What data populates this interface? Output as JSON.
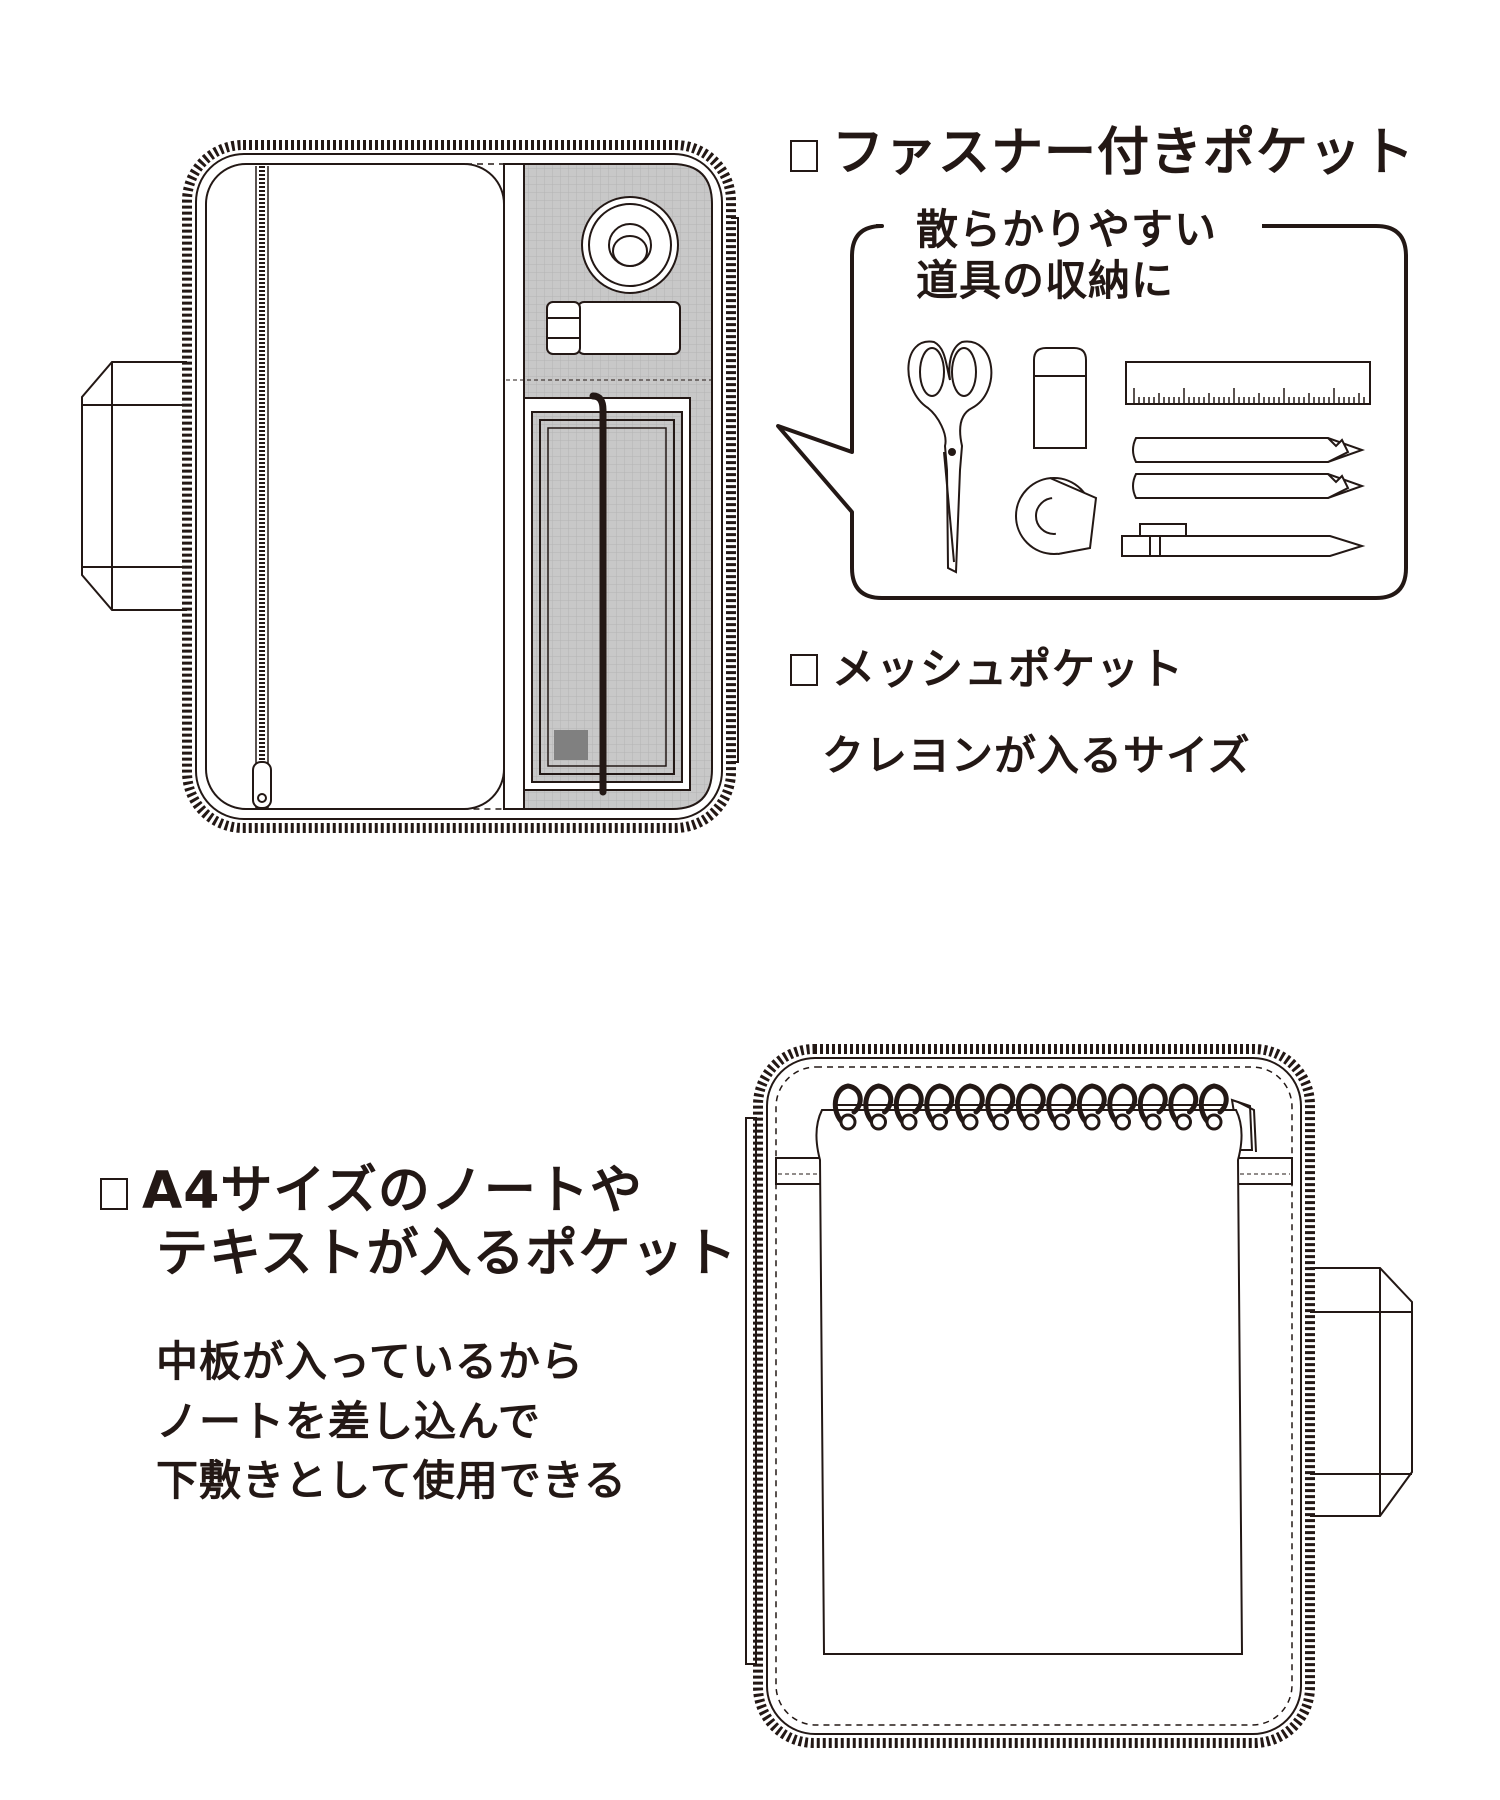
{
  "colors": {
    "ink": "#231815",
    "mesh": "#c8c8c8",
    "panel": "#ffffff",
    "patch": "#808080"
  },
  "labels": {
    "zipper_pocket": "ファスナー付きポケット",
    "callout_line1": "散らかりやすい",
    "callout_line2": "道具の収納に",
    "mesh_pocket": "メッシュポケット",
    "mesh_desc": "クレヨンが入るサイズ",
    "a4_line1": "A4サイズのノートや",
    "a4_line2": "テキストが入るポケット",
    "board_line1": "中板が入っているから",
    "board_line2": "ノートを差し込んで",
    "board_line3": "下敷きとして使用できる"
  },
  "icons": [
    "checkbox-icon",
    "scissors-icon",
    "eraser-icon",
    "ruler-icon",
    "pencil-icon",
    "tape-icon",
    "ballpoint-pen-icon",
    "spiral-notebook-icon"
  ]
}
